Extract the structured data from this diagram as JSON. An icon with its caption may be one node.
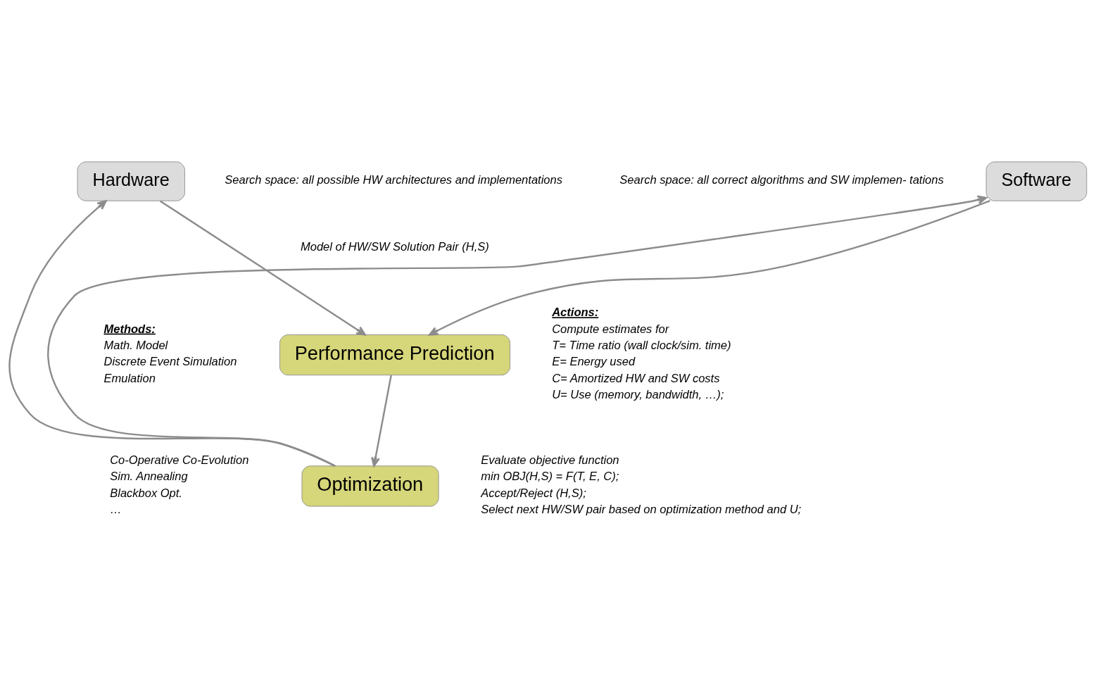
{
  "diagram": {
    "nodes": [
      {
        "text": [
          "Hardware"
        ],
        "beside": [
          "Search space: all possible HW architectures and implementations"
        ]
      },
      {
        "text": [
          "Software"
        ],
        "beside": [
          "Search space: all correct algorithms and SW implemen- tations"
        ]
      },
      {
        "text": [
          "Performance Prediction"
        ]
      },
      {
        "text": [
          "Optimization"
        ]
      }
    ],
    "edges": [
      {
        "from": 0,
        "to": 2,
        "arrow": "to"
      },
      {
        "from": 1,
        "to": 2,
        "arrow": "to"
      },
      {
        "from": 2,
        "to": 3,
        "arrow": "to"
      },
      {
        "from": 3,
        "to": 0,
        "arrow": "to"
      },
      {
        "from": 3,
        "to": 1,
        "arrow": "to"
      }
    ],
    "labels": [
      "Model of HW/SW Solution Pair (H,S)",
      "Methods:",
      "Math. Model",
      "Discrete Event Simulation",
      "Emulation",
      "Actions:",
      "Compute estimates for",
      "T= Time ratio (wall clock/sim. time)",
      "E= Energy used",
      "C= Amortized HW and SW costs",
      "U= Use (memory, bandwidth, …);",
      "Co-Operative Co-Evolution",
      "Sim. Annealing",
      "Blackbox Opt.",
      "…",
      "Evaluate objective function",
      "min OBJ(H,S) = F(T, E, C);",
      "Accept/Reject (H,S);",
      "Select next HW/SW pair based on optimization method and U;"
    ]
  }
}
